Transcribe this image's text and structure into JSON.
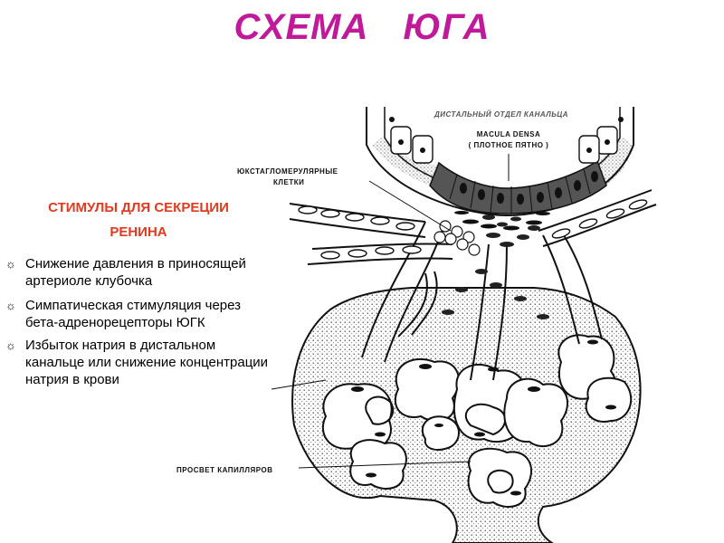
{
  "title": "СХЕМА   ЮГА",
  "stimuli": {
    "heading_line1": "СТИМУЛЫ  ДЛЯ СЕКРЕЦИИ",
    "heading_line2": "РЕНИНА",
    "bullet_glyph": "☼",
    "items": [
      "Снижение давления в приносящей артериоле клубочка",
      "Симпатическая стимуляция через бета-адренорецепторы ЮГК",
      "Избыток натрия в дистальном канальце или снижение концентрации натрия в крови"
    ]
  },
  "diagram_labels": {
    "distal_tubule": "ДИСТАЛЬНЫЙ  ОТДЕЛ  КАНАЛЬЦА",
    "macula_densa_1": "MACULA  DENSA",
    "macula_densa_2": "( ПЛОТНОЕ  ПЯТНО )",
    "jg_cells_1": "ЮКСТАГЛОМЕРУЛЯРНЫЕ",
    "jg_cells_2": "КЛЕТКИ",
    "capillary_lumen": "ПРОСВЕТ  КАПИЛЛЯРОВ"
  },
  "colors": {
    "title": "#c01a9a",
    "stimuli_heading": "#e23a1e"
  }
}
